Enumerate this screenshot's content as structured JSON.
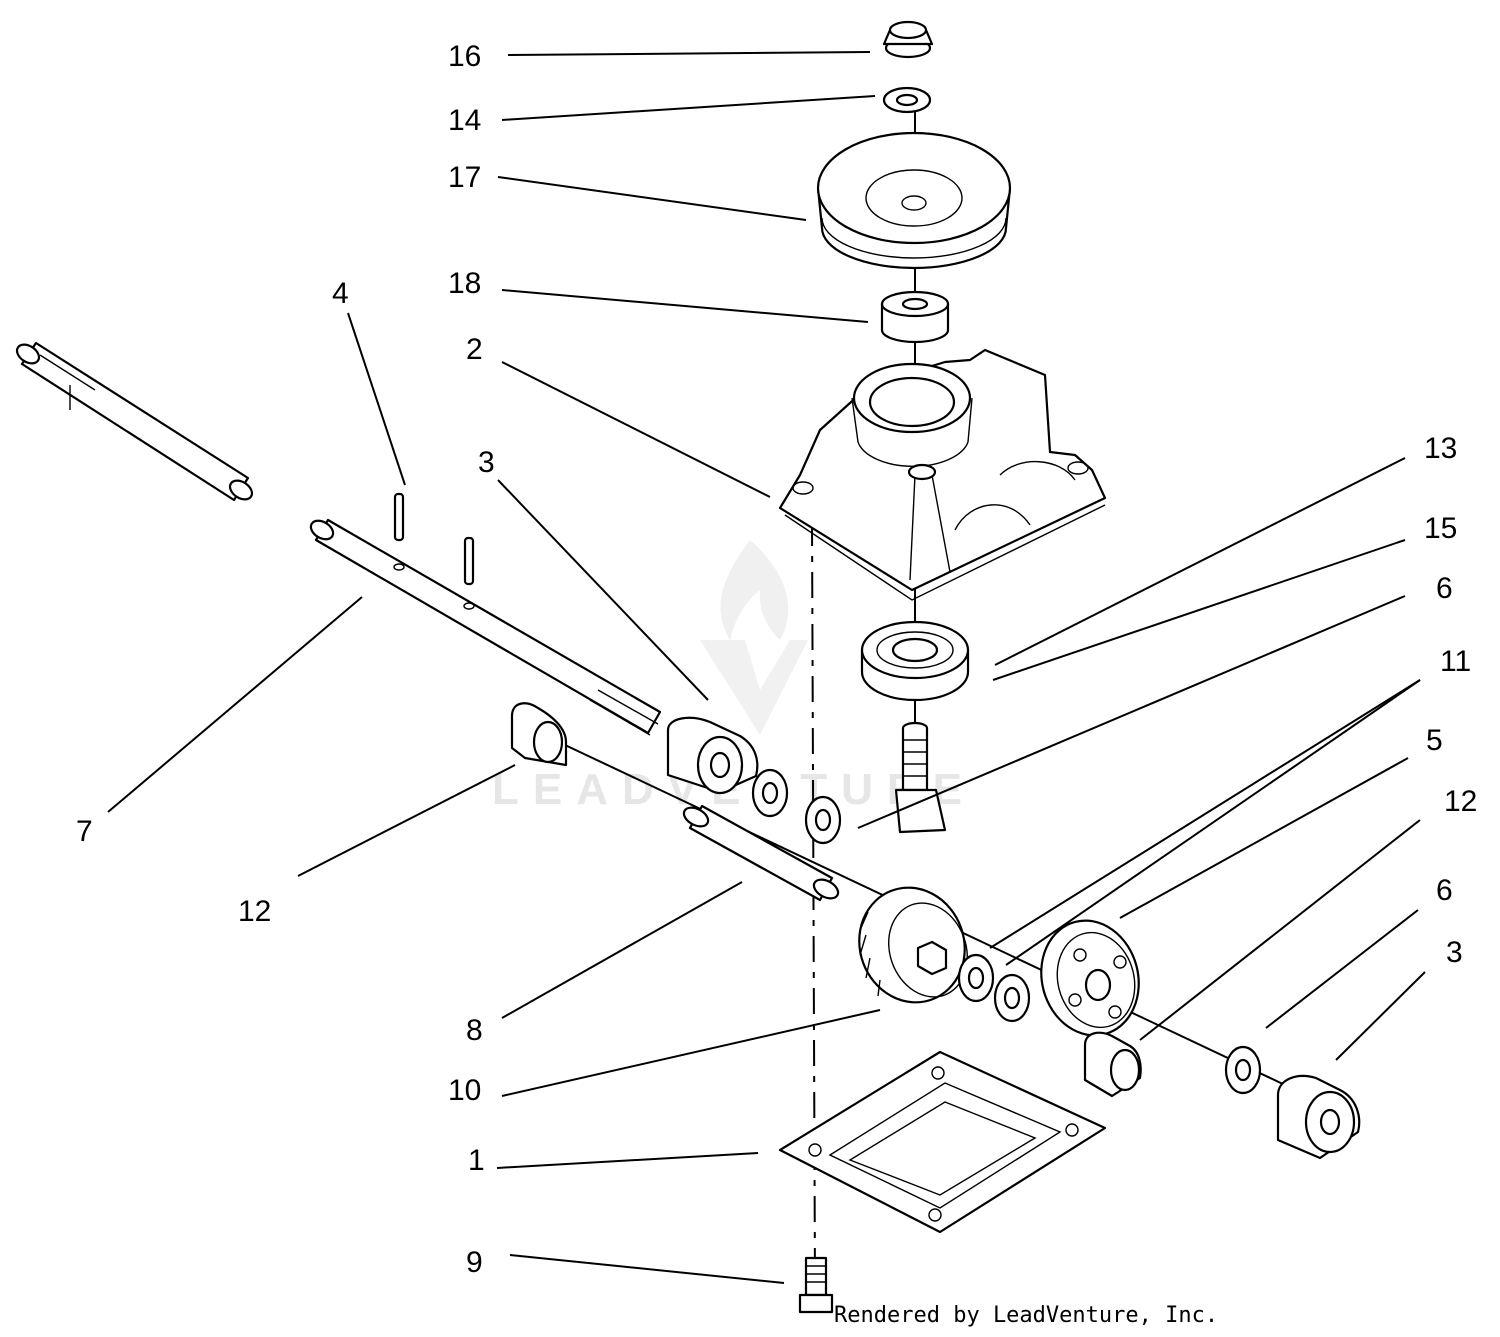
{
  "diagram": {
    "callouts": [
      "16",
      "14",
      "17",
      "18",
      "4",
      "2",
      "3",
      "13",
      "15",
      "6",
      "11",
      "5",
      "7",
      "12",
      "12",
      "6",
      "8",
      "3",
      "10",
      "1",
      "9"
    ],
    "watermark": "LEADVENTURE",
    "credit": "Rendered by LeadVenture, Inc."
  },
  "colors": {
    "ink": "#000000",
    "background": "#ffffff",
    "watermark": "#e6e6e6"
  },
  "icons": [
    "leadventure-logo-watermark"
  ]
}
